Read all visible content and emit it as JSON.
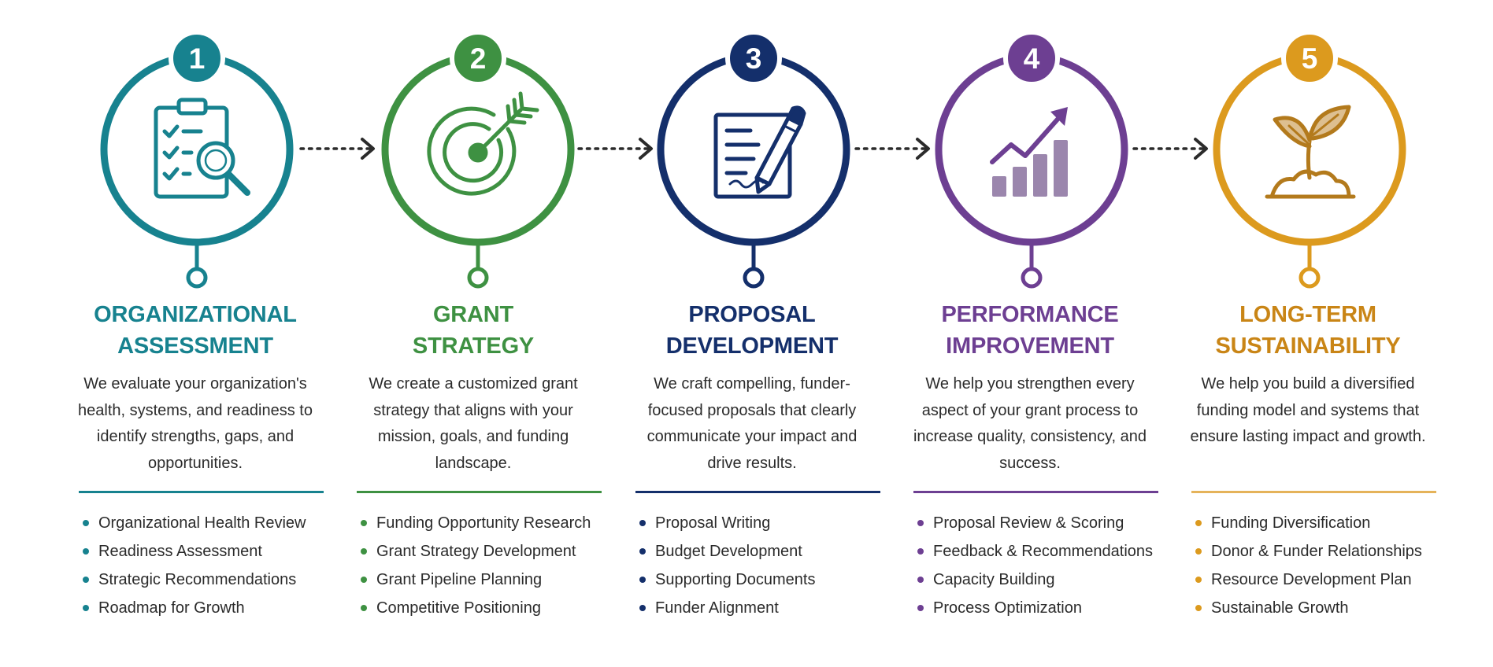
{
  "steps": [
    {
      "number": "1",
      "title_line1": "ORGANIZATIONAL",
      "title_line2": "ASSESSMENT",
      "description": "We evaluate your organization's health, systems, and readiness to identify strengths, gaps, and opportunities.",
      "icon": "clipboard-magnifier-icon",
      "color": "#17828f",
      "items": [
        "Organizational Health Review",
        "Readiness Assessment",
        "Strategic Recommendations",
        "Roadmap for Growth"
      ]
    },
    {
      "number": "2",
      "title_line1": "GRANT",
      "title_line2": "STRATEGY",
      "description": "We create a customized grant strategy that aligns with your mission, goals, and funding landscape.",
      "icon": "target-arrow-icon",
      "color": "#3e9142",
      "items": [
        "Funding Opportunity Research",
        "Grant Strategy Development",
        "Grant Pipeline Planning",
        "Competitive Positioning"
      ]
    },
    {
      "number": "3",
      "title_line1": "PROPOSAL",
      "title_line2": "DEVELOPMENT",
      "description": "We craft compelling, funder-focused proposals that clearly communicate your impact and drive results.",
      "icon": "document-pen-icon",
      "color": "#142f6b",
      "items": [
        "Proposal Writing",
        "Budget Development",
        "Supporting Documents",
        "Funder Alignment"
      ]
    },
    {
      "number": "4",
      "title_line1": "PERFORMANCE",
      "title_line2": "IMPROVEMENT",
      "description": "We help you strengthen every aspect of your grant process to increase quality, consistency, and success.",
      "icon": "growth-bar-chart-icon",
      "color": "#6d3f92",
      "items": [
        "Proposal Review & Scoring",
        "Feedback & Recommendations",
        "Capacity Building",
        "Process Optimization"
      ]
    },
    {
      "number": "5",
      "title_line1": "LONG-TERM",
      "title_line2": "SUSTAINABILITY",
      "description": "We help you build a diversified funding model and systems that ensure lasting impact and growth.",
      "icon": "sprout-icon",
      "color": "#dc9a1e",
      "items": [
        "Funding Diversification",
        "Donor & Funder Relationships",
        "Resource Development Plan",
        "Sustainable Growth"
      ]
    }
  ]
}
